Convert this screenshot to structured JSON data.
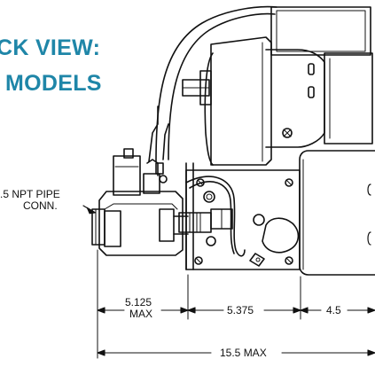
{
  "diagram": {
    "title_line1": "CK VIEW:",
    "title_line2": "MODELS",
    "callout_pipe_line1": ".5 NPT PIPE",
    "callout_pipe_line2": "CONN.",
    "dim_left_value": "5.125",
    "dim_left_sub": "MAX",
    "dim_mid_value": "5.375",
    "dim_right_value": "4.5",
    "dim_total_value": "15.5 MAX",
    "title_color": "#1f86a8",
    "line_color": "#111111"
  }
}
